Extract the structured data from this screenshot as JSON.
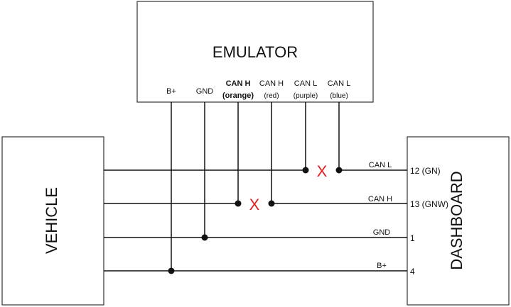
{
  "boxes": {
    "emulator": "EMULATOR",
    "vehicle": "VEHICLE",
    "dashboard": "DASHBOARD"
  },
  "emulator_pins": [
    {
      "line1": "B+",
      "line2": ""
    },
    {
      "line1": "GND",
      "line2": ""
    },
    {
      "line1": "CAN H",
      "line2": "(orange)"
    },
    {
      "line1": "CAN H",
      "line2": "(red)"
    },
    {
      "line1": "CAN L",
      "line2": "(purple)"
    },
    {
      "line1": "CAN L",
      "line2": "(blue)"
    }
  ],
  "wires": [
    {
      "signal": "CAN L",
      "pin": "12 (GN)"
    },
    {
      "signal": "CAN H",
      "pin": "13 (GNW)"
    },
    {
      "signal": "GND",
      "pin": "1"
    },
    {
      "signal": "B+",
      "pin": "4"
    }
  ],
  "cut_marker": "X",
  "colors": {
    "line": "#111111",
    "cut": "#e02020",
    "box_border": "#333333"
  }
}
